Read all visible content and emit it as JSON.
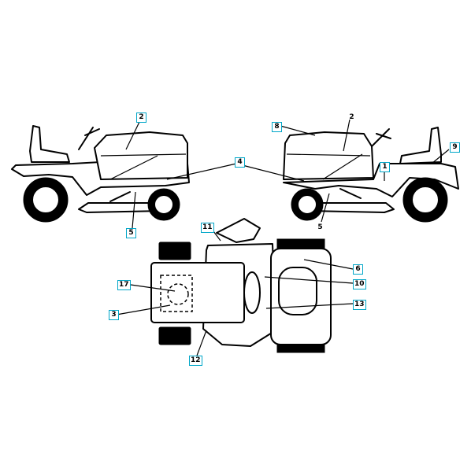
{
  "colors": {
    "callout_border": "#00a6c8",
    "line": "#000000",
    "background": "#ffffff"
  },
  "callouts": {
    "c1": "1",
    "c2a": "2",
    "c2b": "2",
    "c3": "3",
    "c4": "4",
    "c5a": "5",
    "c5b": "5",
    "c6": "6",
    "c8": "8",
    "c9": "9",
    "c10": "10",
    "c11": "11",
    "c12": "12",
    "c13": "13",
    "c17": "17"
  }
}
